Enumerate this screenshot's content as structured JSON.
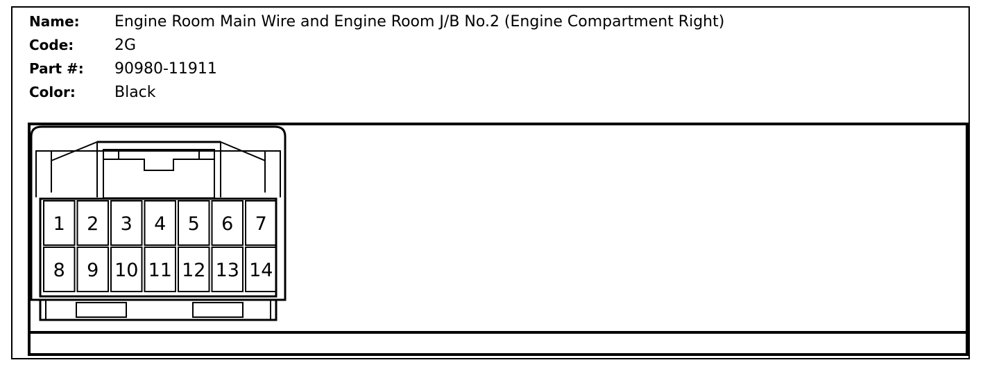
{
  "connector": {
    "name_label": "Name:",
    "name": "Engine Room Main Wire and Engine Room J/B No.2 (Engine Compartment Right)",
    "code_label": "Code:",
    "code": "2G",
    "part_label": "Part #:",
    "part": "90980-11911",
    "color_label": "Color:",
    "color": "Black"
  },
  "pins": {
    "top_row": [
      "1",
      "2",
      "3",
      "4",
      "5",
      "6",
      "7"
    ],
    "bottom_row": [
      "8",
      "9",
      "10",
      "11",
      "12",
      "13",
      "14"
    ]
  }
}
